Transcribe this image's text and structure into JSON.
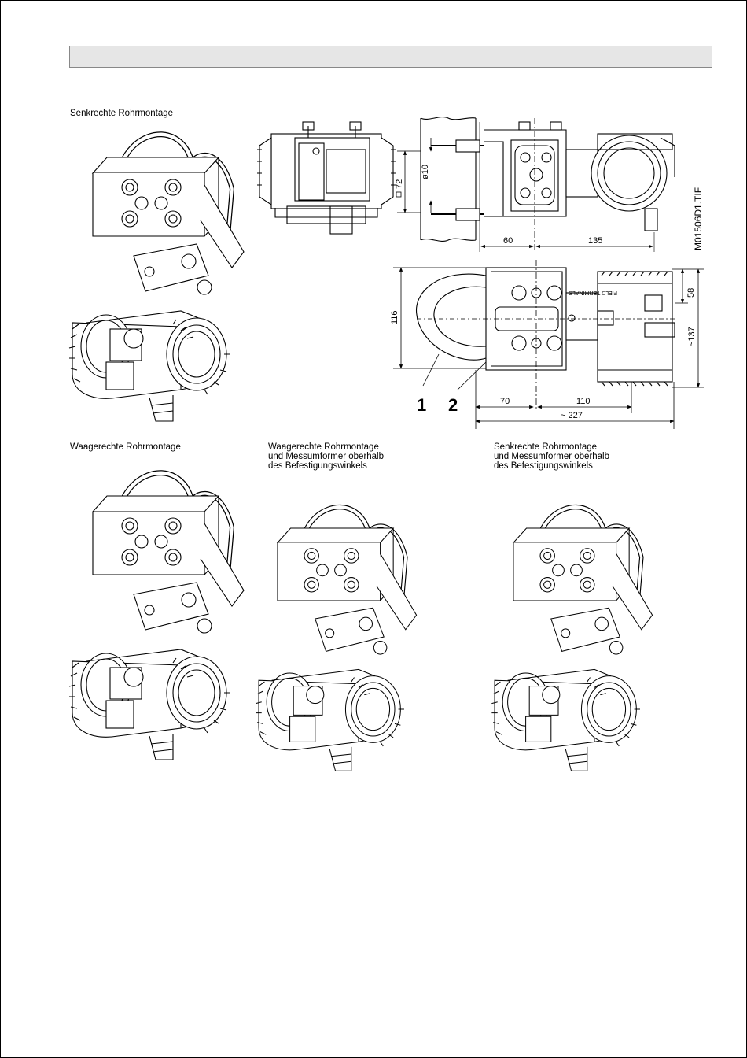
{
  "captions": {
    "vertical": "Senkrechte Rohrmontage",
    "horizontal": "Waagerechte Rohrmontage",
    "horizontal_above": "Waagerechte Rohrmontage\nund Messumformer oberhalb\ndes Befestigungswinkels",
    "vertical_above": "Senkrechte Rohrmontage\nund Messumformer oberhalb\ndes Befestigungswinkels"
  },
  "drawing_id": "M01506D1.TIF",
  "dimensions": {
    "pipe_square": "72",
    "bolt_dia": "ø10",
    "top_left": "60",
    "top_right": "135",
    "height_116": "116",
    "right_58": "58",
    "right_137": "~137",
    "bottom_70": "70",
    "bottom_110": "110",
    "bottom_total": "~ 227"
  },
  "callouts": {
    "one": "1",
    "two": "2"
  },
  "device_label": "FIELD TERMINALS"
}
